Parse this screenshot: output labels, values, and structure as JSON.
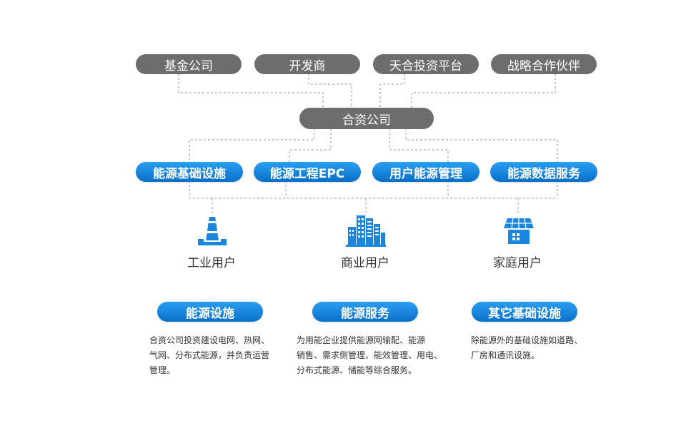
{
  "top_partners": [
    "基金公司",
    "开发商",
    "天合投资平台",
    "战略合作伙伴"
  ],
  "hub": "合资公司",
  "services": [
    "能源基础设施",
    "能源工程EPC",
    "用户能源管理",
    "能源数据服务"
  ],
  "users": [
    {
      "label": "工业用户",
      "icon": "factory-chimney-icon"
    },
    {
      "label": "商业用户",
      "icon": "office-buildings-icon"
    },
    {
      "label": "家庭用户",
      "icon": "solar-house-icon"
    }
  ],
  "categories": [
    {
      "title": "能源设施",
      "desc": [
        "合资公司投资建设电网、热网、",
        "气网、分布式能源，并负责运营",
        "管理。"
      ]
    },
    {
      "title": "能源服务",
      "desc": [
        "为用能企业提供能源网输配、能源",
        "销售、需求侧管理、能效管理、用电、",
        "分布式能源、储能等综合服务。"
      ]
    },
    {
      "title": "其它基础设施",
      "desc": [
        "除能源外的基础设施如道路、",
        "厂房和通讯设施。"
      ]
    }
  ],
  "colors": {
    "gray_pill": "#6d6d6d",
    "blue_pill": "#1585dd",
    "icon_blue": "#1a86dd",
    "connector": "#999999"
  }
}
